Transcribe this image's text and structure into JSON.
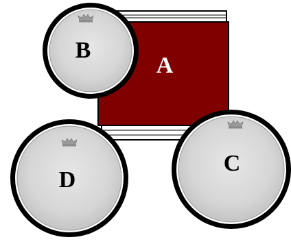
{
  "diagram": {
    "drums": [
      {
        "id": "A",
        "label": "A",
        "kind": "bass-drum",
        "shell_color": "#800000"
      },
      {
        "id": "B",
        "label": "B",
        "kind": "tom"
      },
      {
        "id": "C",
        "label": "C",
        "kind": "floor-tom"
      },
      {
        "id": "D",
        "label": "D",
        "kind": "snare"
      }
    ],
    "colors": {
      "bass_drum_shell": "#800000",
      "drum_head": "#d8d8d8",
      "drum_rim": "#000000",
      "hoop_outline": "#000000",
      "hoop_fill": "#ffffff"
    },
    "icons": [
      "crown-logo-icon"
    ]
  }
}
